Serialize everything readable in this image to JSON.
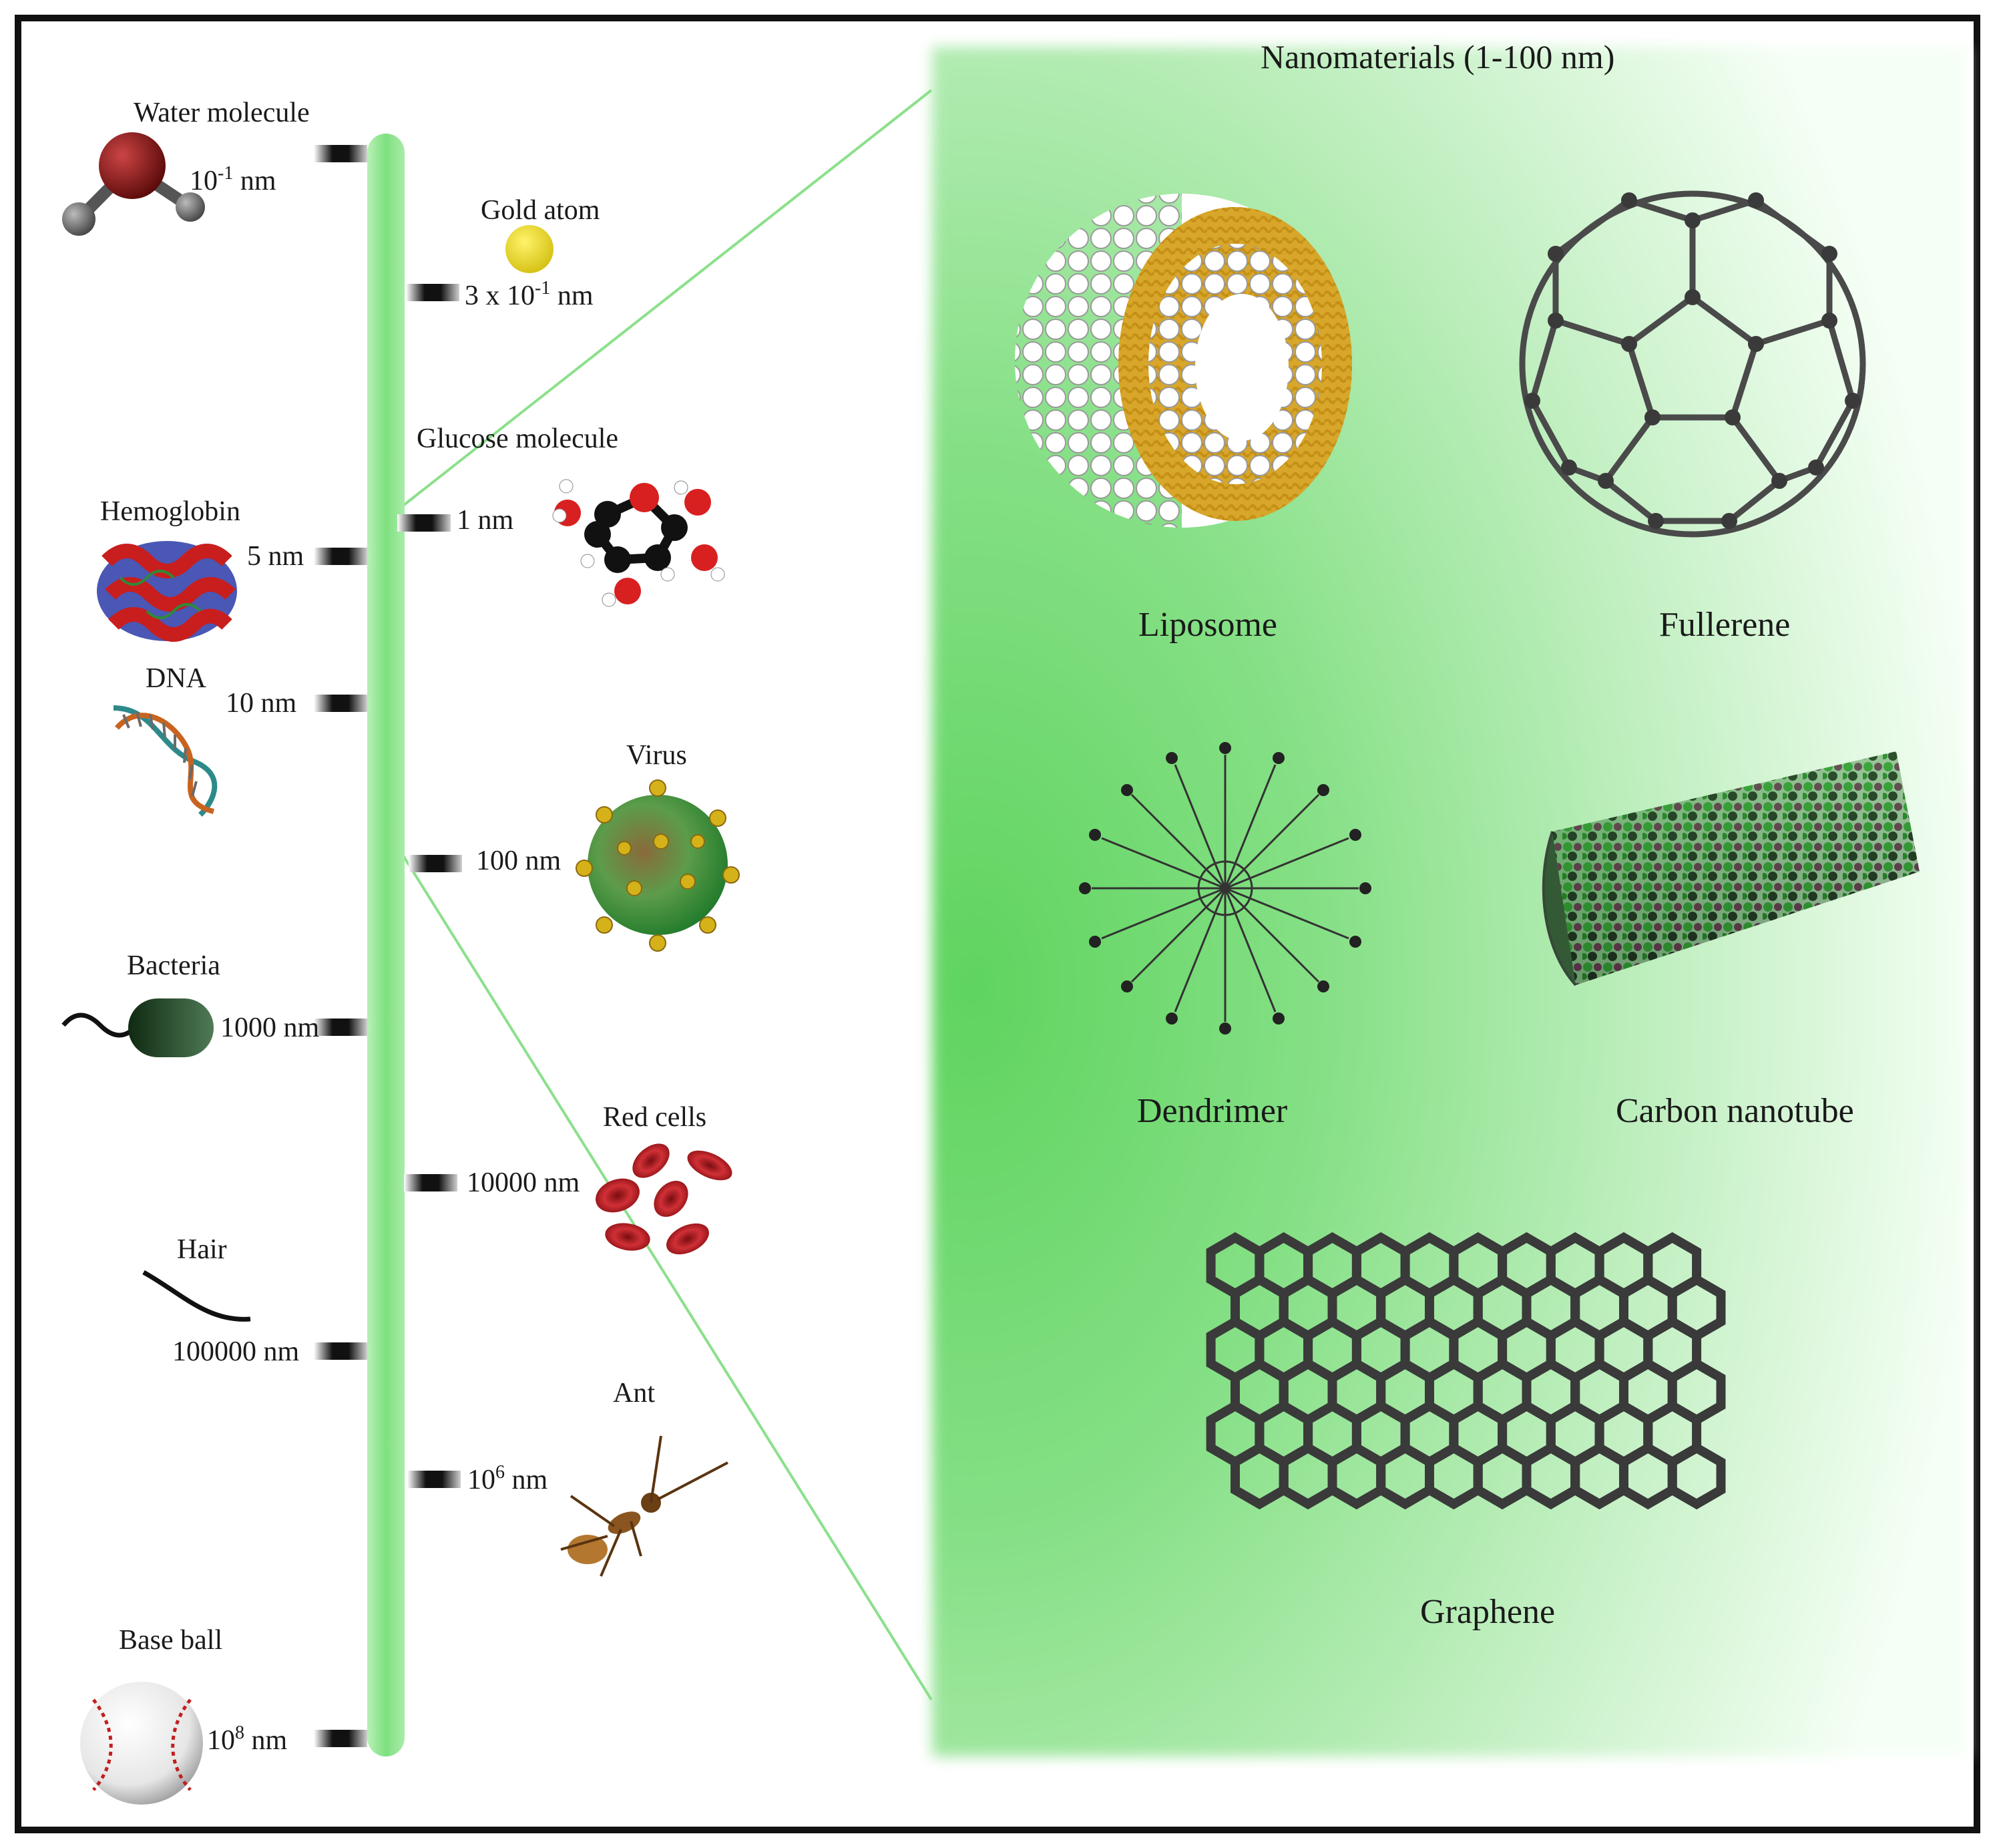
{
  "title": "Nanomaterials (1-100 nm)",
  "scale_items": [
    {
      "name": "Water molecule",
      "value": "10",
      "exp": "-1",
      "unit": " nm"
    },
    {
      "name": "Gold atom",
      "value": "3 x 10",
      "exp": "-1",
      "unit": " nm"
    },
    {
      "name": "Glucose molecule",
      "value": "1 nm"
    },
    {
      "name": "Hemoglobin",
      "value": "5 nm"
    },
    {
      "name": "DNA",
      "value": "10 nm"
    },
    {
      "name": "Virus",
      "value": "100 nm"
    },
    {
      "name": "Bacteria",
      "value": "1000 nm"
    },
    {
      "name": "Red cells",
      "value": "10000 nm"
    },
    {
      "name": "Hair",
      "value": "100000 nm"
    },
    {
      "name": "Ant",
      "value": "10",
      "exp": "6",
      "unit": " nm"
    },
    {
      "name": "Base ball",
      "value": "10",
      "exp": "8",
      "unit": " nm"
    }
  ],
  "nanomaterials": [
    "Liposome",
    "Fullerene",
    "Dendrimer",
    "Carbon nanotube",
    "Graphene"
  ],
  "colors": {
    "axis": "#7fe07f",
    "panel": "#6fd86f",
    "gold": "#e6d21a",
    "blood": "#b4161b"
  }
}
